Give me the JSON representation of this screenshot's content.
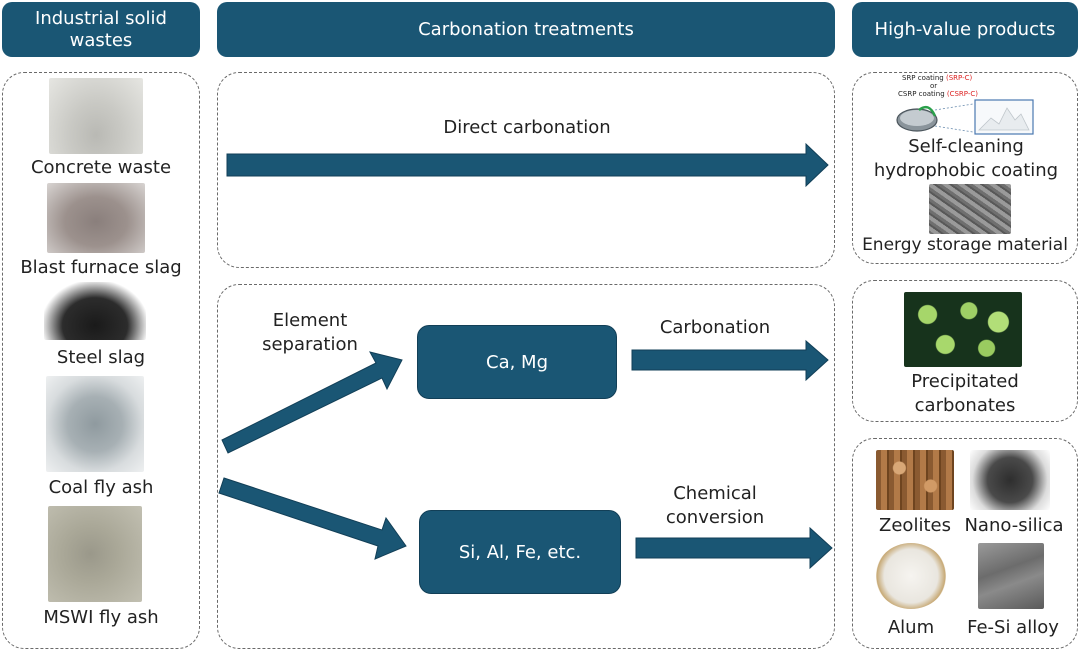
{
  "headers": {
    "wastes": "Industrial solid wastes",
    "treatments": "Carbonation treatments",
    "products": "High-value products"
  },
  "wastes": [
    {
      "label": "Concrete waste"
    },
    {
      "label": "Blast furnace slag"
    },
    {
      "label": "Steel slag"
    },
    {
      "label": "Coal fly ash"
    },
    {
      "label": "MSWI fly ash"
    }
  ],
  "treatments": {
    "direct": "Direct carbonation",
    "element_separation": "Element separation",
    "ca_mg": "Ca, Mg",
    "carbonation": "Carbonation",
    "si_al_fe": "Si, Al, Fe, etc.",
    "chemical_conversion": "Chemical conversion"
  },
  "products": {
    "self_cleaning": "Self-cleaning hydrophobic coating",
    "energy_storage": "Energy storage material",
    "precipitated": "Precipitated carbonates",
    "zeolites": "Zeolites",
    "nano_silica": "Nano-silica",
    "alum": "Alum",
    "fe_si_alloy": "Fe-Si alloy",
    "coating_inset": {
      "srp": "SRP coating",
      "srp_c": "(SRP-C)",
      "or": "or",
      "csrp": "CSRP coating",
      "csrp_c": "(CSRP-C)"
    }
  },
  "colors": {
    "accent": "#1a5674",
    "panel_border": "#6a6a6a",
    "highlight_red": "#dd2222"
  }
}
